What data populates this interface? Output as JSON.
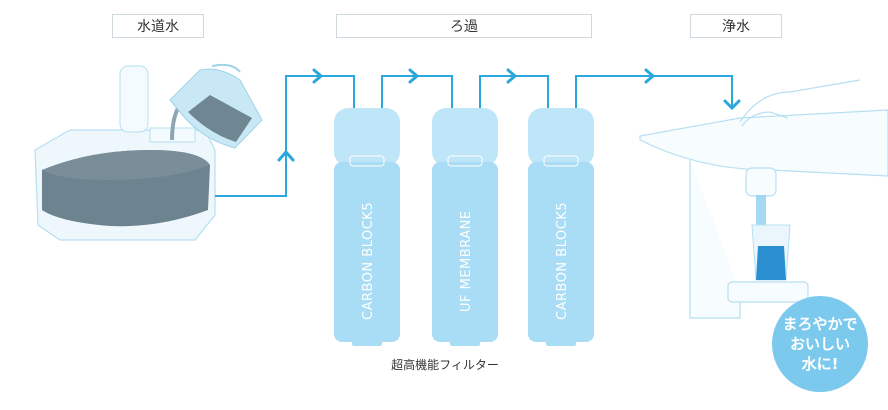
{
  "labels": {
    "tap_water": "水道水",
    "filtration": "ろ過",
    "pure_water": "浄水"
  },
  "cartridges": [
    {
      "name": "CARBON BLOCK5"
    },
    {
      "name": "UF MEMBRANE"
    },
    {
      "name": "CARBON BLOCK5"
    }
  ],
  "caption": "超高機能フィルター",
  "badge": {
    "line1": "まろやかで",
    "line2": "おいしい",
    "line3": "水に!"
  },
  "colors": {
    "flow_line": "#2aa7dc",
    "cartridge": "#a9dcf5",
    "badge": "#7cc9ee",
    "tank_water": "#5f7684"
  }
}
